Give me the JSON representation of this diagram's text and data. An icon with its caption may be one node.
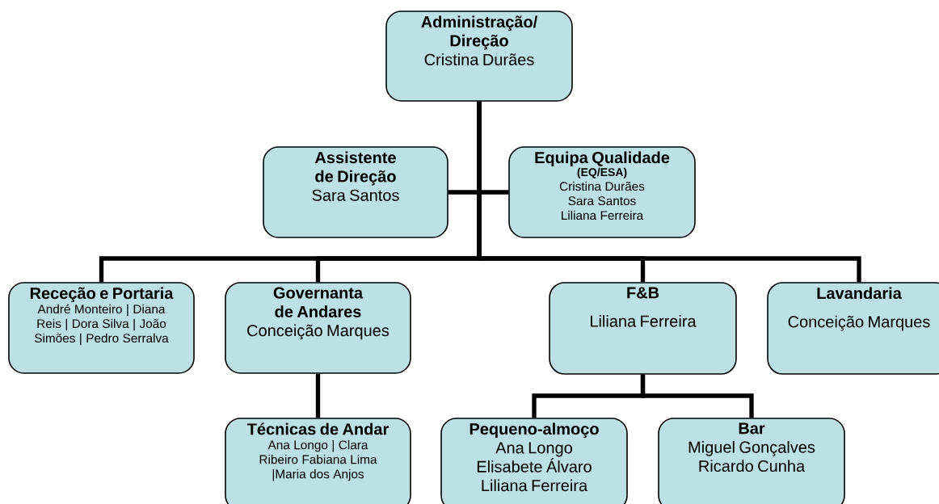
{
  "diagram": {
    "nodes": [
      {
        "text": [
          "Administração/ Direção",
          "Cristina Durães"
        ]
      },
      {
        "text": [
          "Assistente de Direção",
          "Sara Santos"
        ]
      },
      {
        "text": [
          "Equipa Qualidade",
          "(EQ/ESA)",
          "Cristina Durães",
          "Sara Santos",
          "Liliana Ferreira"
        ]
      },
      {
        "text": [
          "Receção e Portaria",
          "André Monteiro | Diana Reis | Dora Silva | João Simões | Pedro Serralva"
        ]
      },
      {
        "text": [
          "Governanta de Andares",
          "Conceição Marques"
        ]
      },
      {
        "text": [
          "F&B",
          "Liliana Ferreira"
        ]
      },
      {
        "text": [
          "Lavandaria",
          "Conceição Marques"
        ]
      },
      {
        "text": [
          "Técnicas de Andar",
          "Ana Longo | Clara Ribeiro Fabiana Lima |Maria dos Anjos"
        ]
      },
      {
        "text": [
          "Pequeno-almoço",
          "Ana Longo",
          "Elisabete Álvaro",
          "Liliana Ferreira"
        ]
      },
      {
        "text": [
          "Bar",
          "Miguel Gonçalves",
          "Ricardo Cunha"
        ]
      }
    ],
    "edges": [
      {
        "from": 0,
        "to": 1,
        "arrow": "none"
      },
      {
        "from": 0,
        "to": 2,
        "arrow": "none"
      },
      {
        "from": 0,
        "to": 3,
        "arrow": "none"
      },
      {
        "from": 0,
        "to": 4,
        "arrow": "none"
      },
      {
        "from": 0,
        "to": 5,
        "arrow": "none"
      },
      {
        "from": 0,
        "to": 6,
        "arrow": "none"
      },
      {
        "from": 4,
        "to": 7,
        "arrow": "none"
      },
      {
        "from": 5,
        "to": 8,
        "arrow": "none"
      },
      {
        "from": 5,
        "to": 9,
        "arrow": "none"
      }
    ]
  }
}
